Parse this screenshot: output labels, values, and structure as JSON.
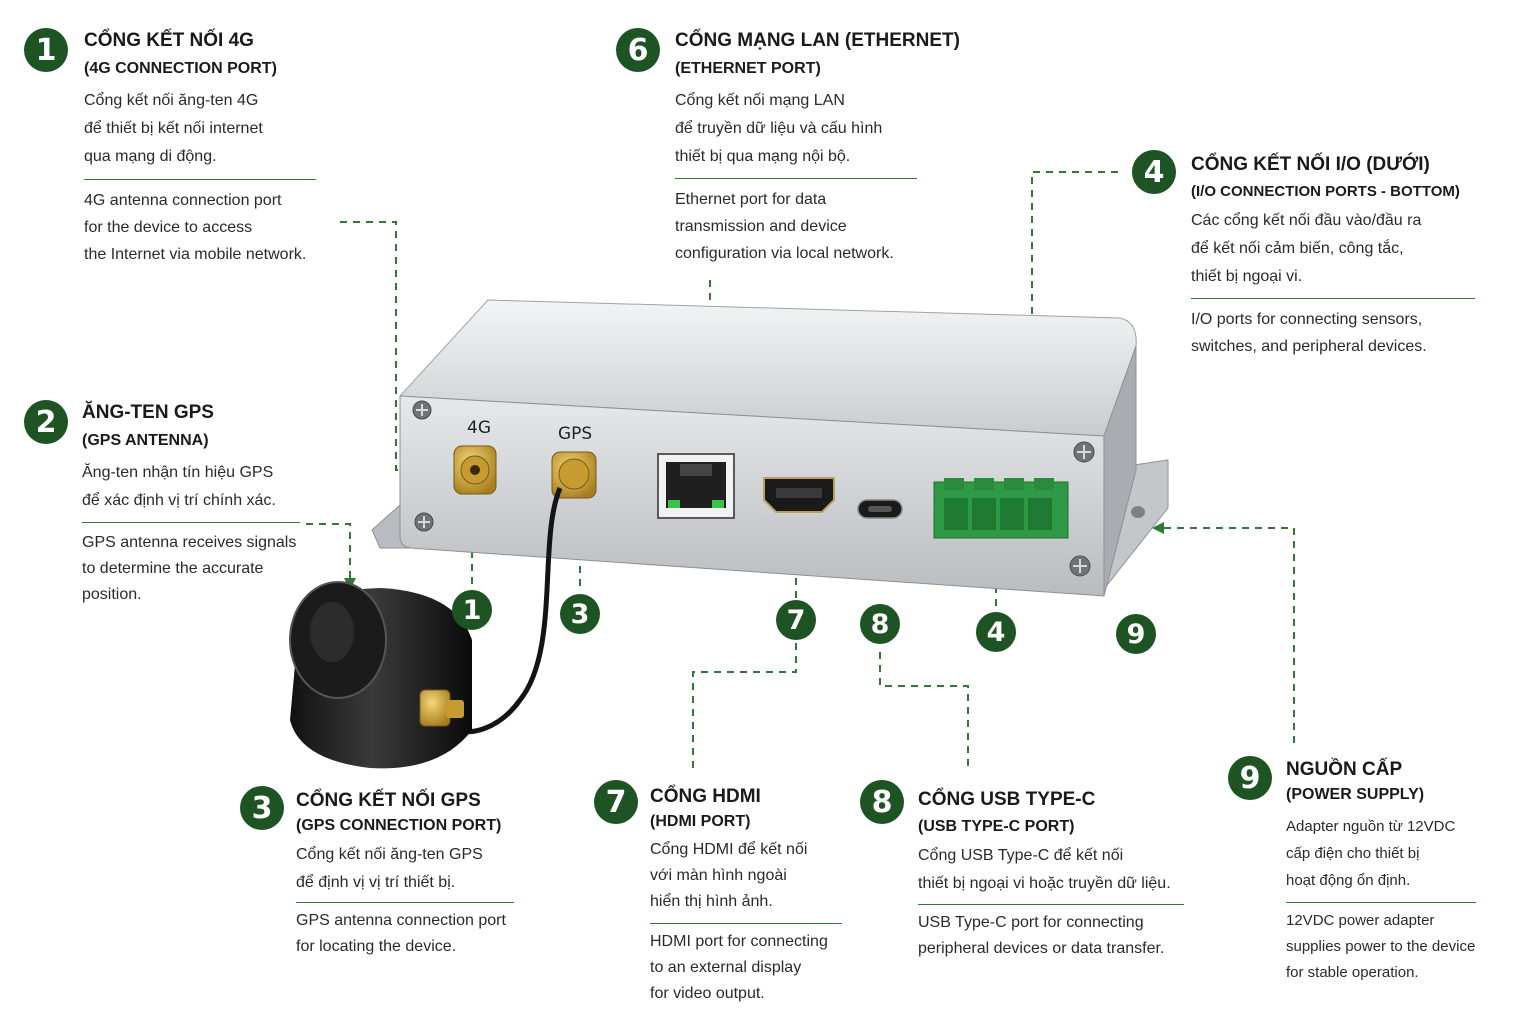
{
  "callouts": {
    "c1": {
      "num": "1",
      "title": "CỔNG KẾT NỐI 4G",
      "subtitle": "(4G CONNECTION PORT)",
      "vi": [
        "Cổng kết nối ăng-ten 4G",
        "để thiết bị kết nối internet",
        "qua mạng di động."
      ],
      "en": [
        "4G antenna connection port",
        "for the device to access",
        "the Internet via mobile network."
      ]
    },
    "c2": {
      "num": "2",
      "title": "ĂNG-TEN GPS",
      "subtitle": "(GPS ANTENNA)",
      "vi": [
        "Ăng-ten nhận tín hiệu GPS",
        "để xác định vị trí chính xác."
      ],
      "en": [
        "GPS antenna receives signals",
        "to determine the accurate",
        "position."
      ]
    },
    "c3": {
      "num": "3",
      "title": "CỔNG KẾT NỐI GPS",
      "subtitle": "(GPS CONNECTION PORT)",
      "vi": [
        "Cổng kết nối ăng-ten GPS",
        "để định vị vị trí thiết bị."
      ],
      "en": [
        "GPS antenna connection port",
        "for locating the device."
      ]
    },
    "c4": {
      "num": "4",
      "title": "CỔNG KẾT NỐI I/O (DƯỚI)",
      "subtitle": "(I/O CONNECTION PORTS - BOTTOM)",
      "vi": [
        "Các cổng kết nối đầu vào/đầu ra",
        "để kết nối cảm biến, công tắc,",
        "thiết bị ngoại vi."
      ],
      "en": [
        "I/O ports for connecting sensors,",
        "switches, and peripheral devices."
      ]
    },
    "c6": {
      "num": "6",
      "title": "CỔNG MẠNG LAN (ETHERNET)",
      "subtitle": "(ETHERNET PORT)",
      "vi": [
        "Cổng kết nối mạng LAN",
        "để truyền dữ liệu và cấu hình",
        "thiết bị qua mạng nội bộ."
      ],
      "en": [
        "Ethernet port for data",
        "transmission and device",
        "configuration via local network."
      ]
    },
    "c7": {
      "num": "7",
      "title": "CỔNG HDMI",
      "subtitle": "(HDMI PORT)",
      "vi": [
        "Cổng HDMI để kết nối",
        "với màn hình ngoài",
        "hiển thị hình ảnh."
      ],
      "en": [
        "HDMI port for connecting",
        "to an external display",
        "for video output."
      ]
    },
    "c8": {
      "num": "8",
      "title": "CỔNG USB TYPE-C",
      "subtitle": "(USB TYPE-C PORT)",
      "vi": [
        "Cổng USB Type-C để kết nối",
        "thiết bị ngoại vi hoặc truyền dữ liệu."
      ],
      "en": [
        "USB Type-C port for connecting",
        "peripheral devices or data transfer."
      ]
    },
    "c9": {
      "num": "9",
      "title": "NGUỒN CẤP",
      "subtitle": "(POWER SUPPLY)",
      "vi": [
        "Adapter nguồn từ 12VDC",
        "cấp điện cho thiết bị",
        "hoạt động ổn định."
      ],
      "en": [
        "12VDC power adapter",
        "supplies power to the device",
        "for stable operation."
      ]
    }
  },
  "device": {
    "label_4g": "4G",
    "label_gps": "GPS",
    "markers": [
      "1",
      "3",
      "7",
      "8",
      "4",
      "9"
    ]
  },
  "colors": {
    "accent": "#1e5424",
    "line": "#2f7a35",
    "device": "#d6d8da",
    "connector_green": "#2f9a45",
    "gold": "#c9a23a"
  }
}
